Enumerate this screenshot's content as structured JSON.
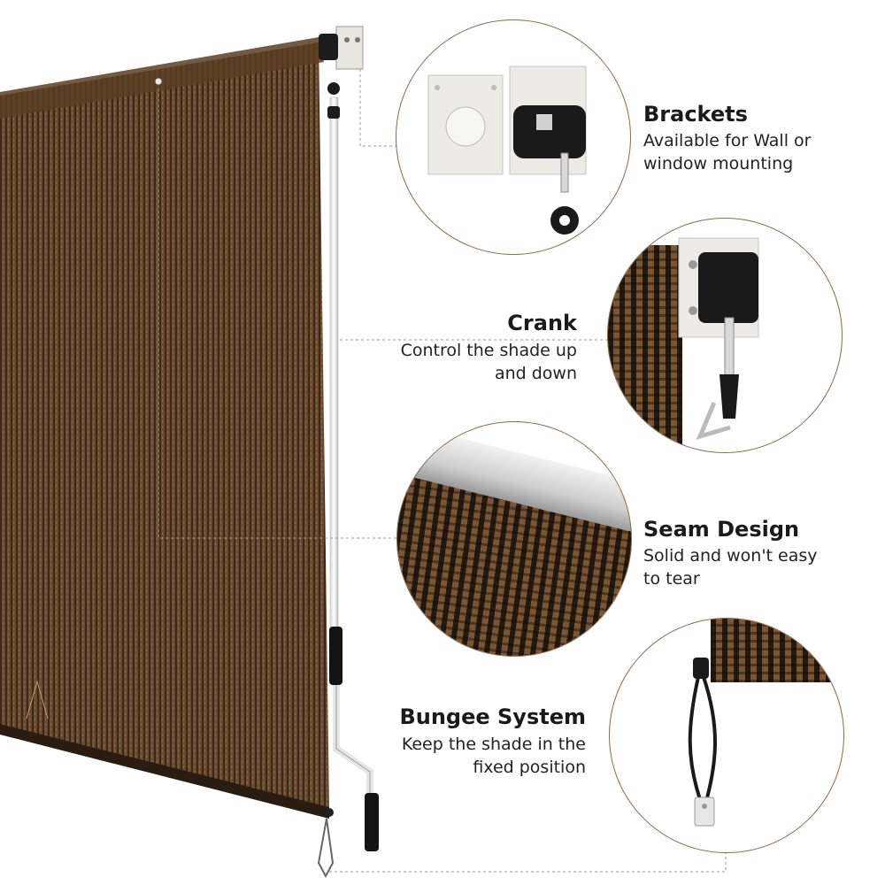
{
  "features": [
    {
      "title": "Brackets",
      "desc_lines": [
        "Available for Wall or",
        "window mounting"
      ]
    },
    {
      "title": "Crank",
      "desc_lines": [
        "Control the shade up",
        "and down"
      ]
    },
    {
      "title": "Seam Design",
      "desc_lines": [
        "Solid and won't easy",
        "to tear"
      ]
    },
    {
      "title": "Bungee System",
      "desc_lines": [
        "Keep the shade in the",
        "fixed position"
      ]
    }
  ],
  "colors": {
    "fabric": "#6b4a2e",
    "callout_border": "#8a6a4a",
    "leader_line": "#999999"
  }
}
